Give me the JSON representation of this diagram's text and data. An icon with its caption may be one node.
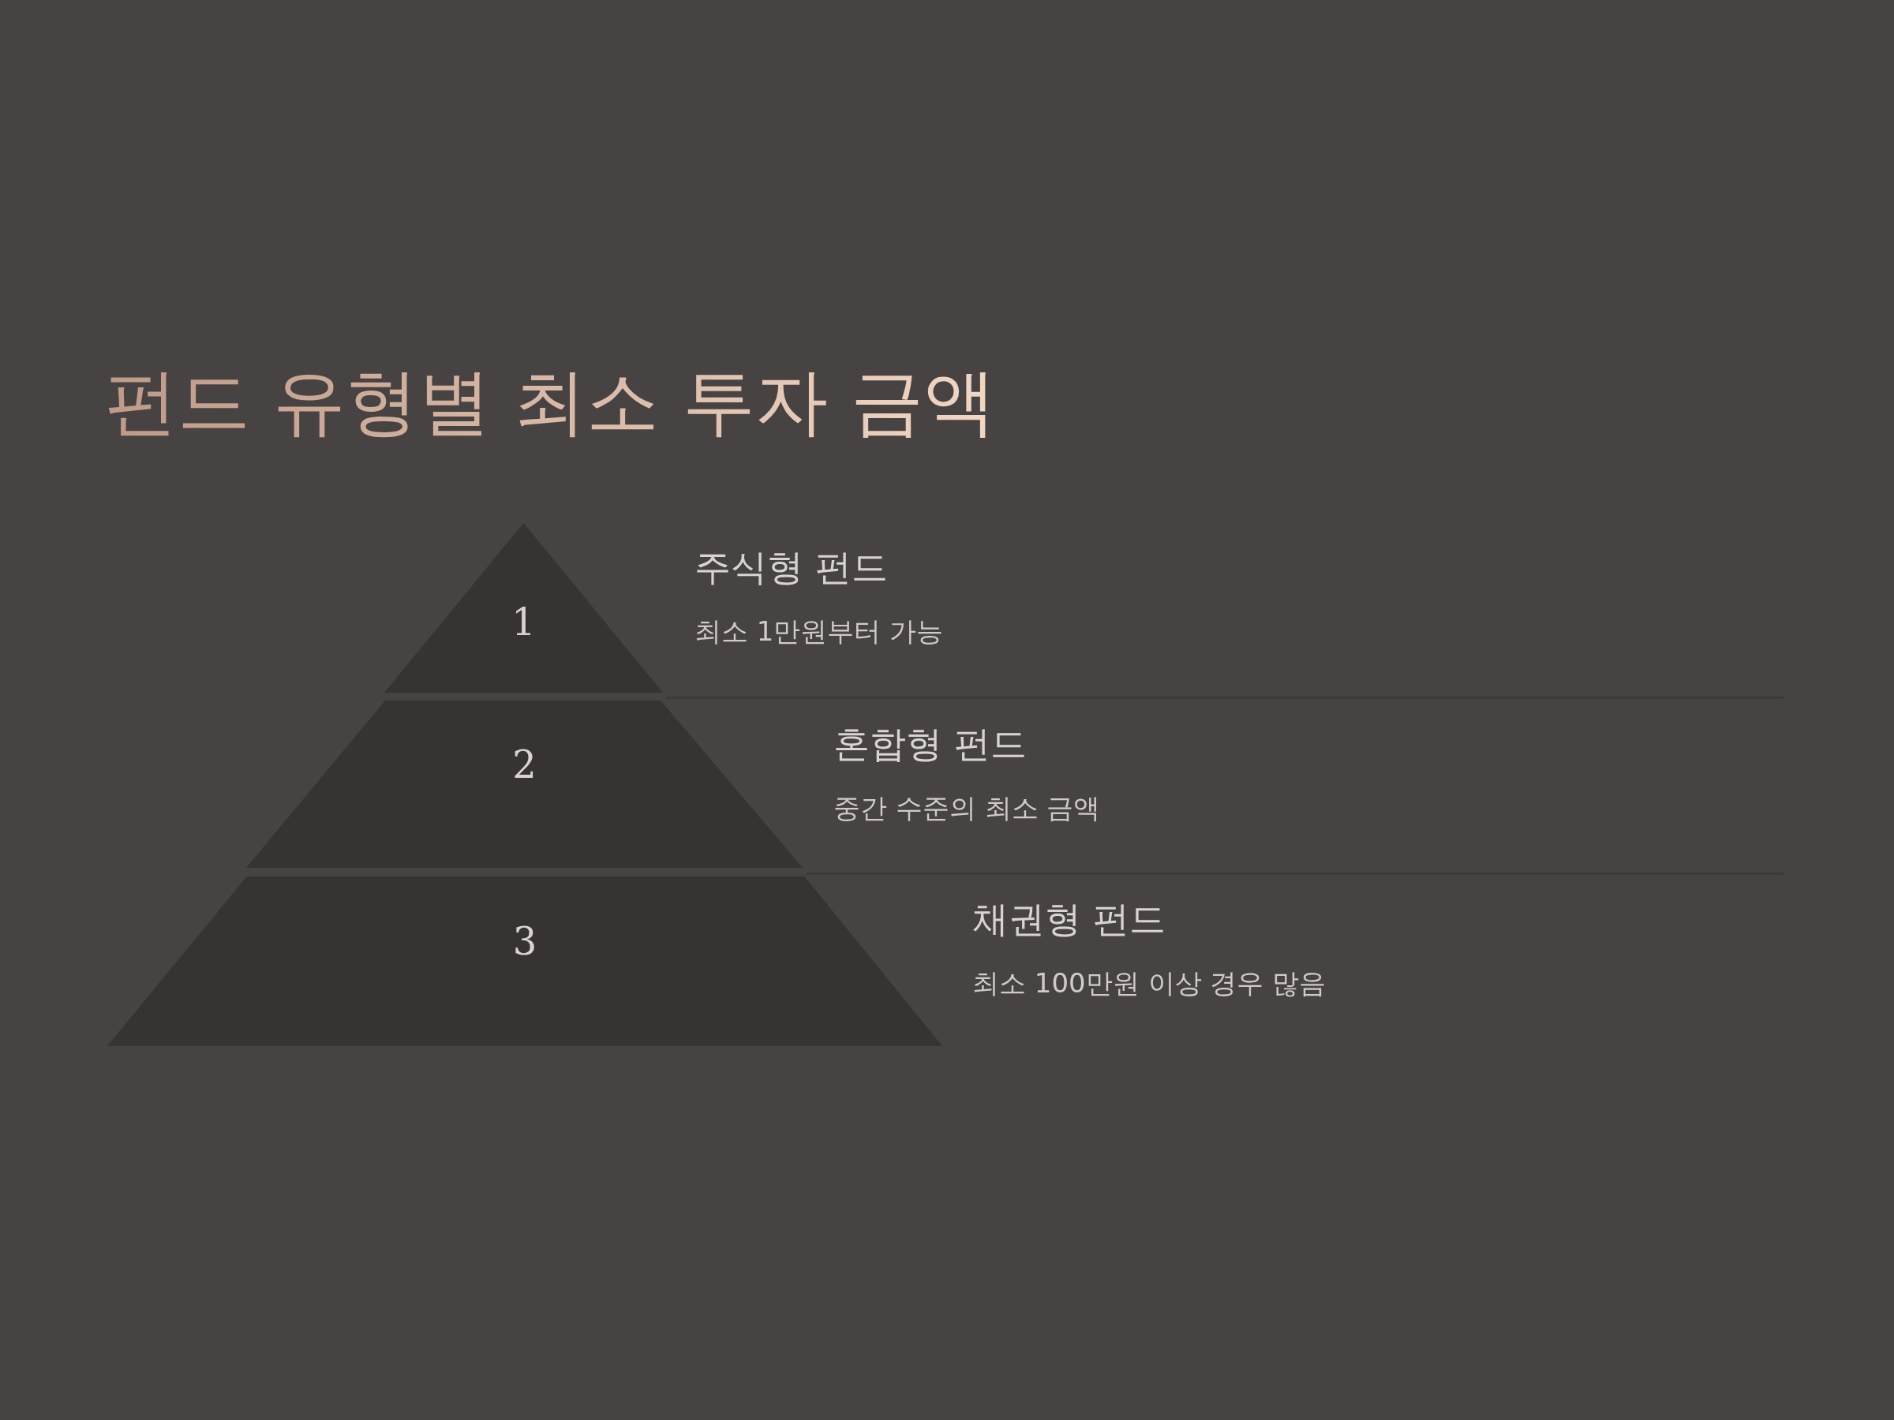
{
  "diagram": {
    "title": "펀드 유형별 최소 투자 금액",
    "nodes": [
      {
        "text": [
          "1"
        ],
        "beside": [
          "주식형 펀드",
          "최소 1만원부터 가능"
        ]
      },
      {
        "text": [
          "2"
        ],
        "beside": [
          "혼합형 펀드",
          "중간 수준의 최소 금액"
        ]
      },
      {
        "text": [
          "3"
        ],
        "beside": [
          "채권형 펀드",
          "최소 100만원 이상 경우 많음"
        ]
      }
    ],
    "edges": []
  }
}
